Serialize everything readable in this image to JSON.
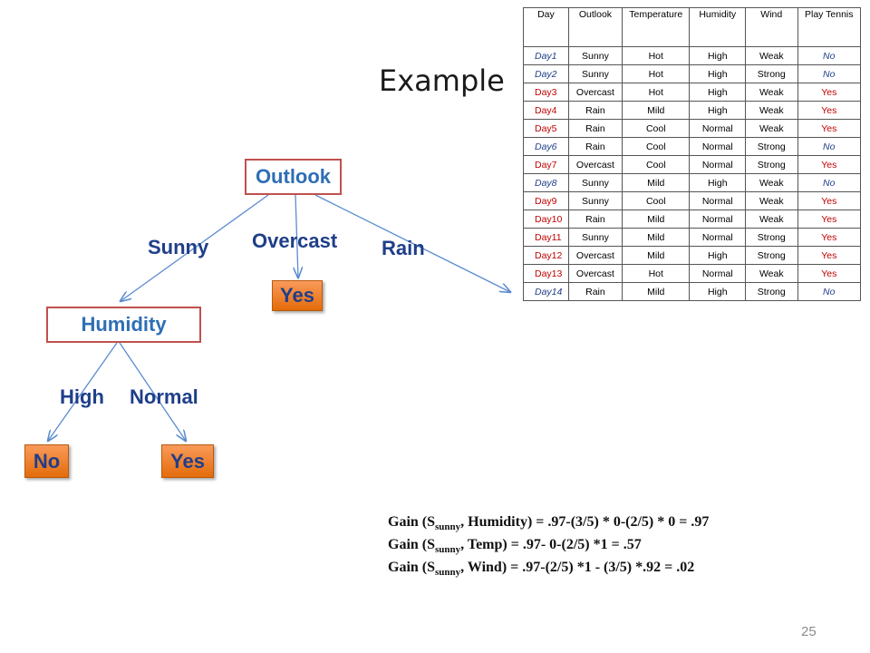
{
  "title": "Example",
  "tree": {
    "root": "Outlook",
    "branches": {
      "sunny": "Sunny",
      "overcast": "Overcast",
      "rain": "Rain"
    },
    "overcast_leaf": "Yes",
    "humidity_node": "Humidity",
    "humidity_branches": {
      "high": "High",
      "normal": "Normal"
    },
    "high_leaf": "No",
    "normal_leaf": "Yes"
  },
  "table": {
    "headers": [
      "Day",
      "Outlook",
      "Temperature",
      "Humidity",
      "Wind",
      "Play Tennis"
    ],
    "rows": [
      [
        "Day1",
        "Sunny",
        "Hot",
        "High",
        "Weak",
        "No"
      ],
      [
        "Day2",
        "Sunny",
        "Hot",
        "High",
        "Strong",
        "No"
      ],
      [
        "Day3",
        "Overcast",
        "Hot",
        "High",
        "Weak",
        "Yes"
      ],
      [
        "Day4",
        "Rain",
        "Mild",
        "High",
        "Weak",
        "Yes"
      ],
      [
        "Day5",
        "Rain",
        "Cool",
        "Normal",
        "Weak",
        "Yes"
      ],
      [
        "Day6",
        "Rain",
        "Cool",
        "Normal",
        "Strong",
        "No"
      ],
      [
        "Day7",
        "Overcast",
        "Cool",
        "Normal",
        "Strong",
        "Yes"
      ],
      [
        "Day8",
        "Sunny",
        "Mild",
        "High",
        "Weak",
        "No"
      ],
      [
        "Day9",
        "Sunny",
        "Cool",
        "Normal",
        "Weak",
        "Yes"
      ],
      [
        "Day10",
        "Rain",
        "Mild",
        "Normal",
        "Weak",
        "Yes"
      ],
      [
        "Day11",
        "Sunny",
        "Mild",
        "Normal",
        "Strong",
        "Yes"
      ],
      [
        "Day12",
        "Overcast",
        "Mild",
        "High",
        "Strong",
        "Yes"
      ],
      [
        "Day13",
        "Overcast",
        "Hot",
        "Normal",
        "Weak",
        "Yes"
      ],
      [
        "Day14",
        "Rain",
        "Mild",
        "High",
        "Strong",
        "No"
      ]
    ]
  },
  "formulas": [
    {
      "prefix": "Gain (S",
      "sub": "sunny",
      "rest": ", Humidity) = .97-(3/5) * 0-(2/5) * 0 = .97"
    },
    {
      "prefix": "Gain (S",
      "sub": "sunny",
      "rest": ", Temp) = .97- 0-(2/5) *1 = .57"
    },
    {
      "prefix": "Gain (S",
      "sub": "sunny",
      "rest": ", Wind) = .97-(2/5) *1 - (3/5) *.92 = .02"
    }
  ],
  "page_number": "25",
  "colors": {
    "node_border": "#c0504d",
    "node_text": "#2e6eb5",
    "leaf_fill": "#f79646",
    "label_text": "#1f3e8a",
    "line": "#5b8bd0",
    "yes_text": "#c00000",
    "no_text": "#1f3e8a"
  }
}
